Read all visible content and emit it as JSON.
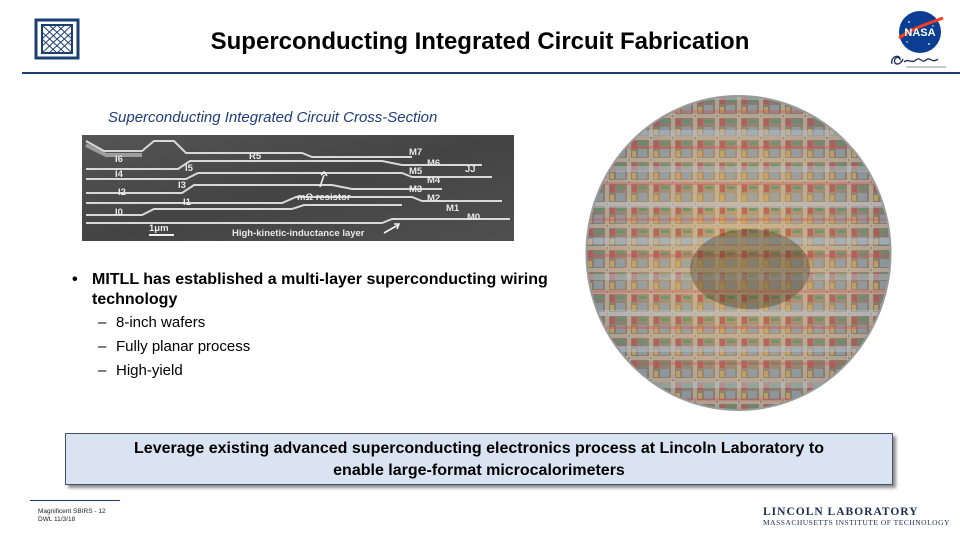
{
  "header": {
    "title": "Superconducting Integrated Circuit Fabrication",
    "left_logo": "lincoln-lab-logo-icon",
    "right_logo": "nasa-meatball-logo-icon",
    "right_logo_text": "NASA",
    "right_sublogo": "goddard-logo-icon"
  },
  "cross_section": {
    "caption": "Superconducting Integrated Circuit Cross-Section",
    "labels": {
      "i6": "I6",
      "i5": "I5",
      "i4": "I4",
      "i3": "I3",
      "i2": "I2",
      "i1": "I1",
      "i0": "I0",
      "r5": "R5",
      "m7": "M7",
      "m6": "M6",
      "m5": "M5",
      "m4": "M4",
      "m3": "M3",
      "m2": "M2",
      "m1": "M1",
      "m0": "M0",
      "jj": "JJ",
      "resistor": "mΩ resistor",
      "scale": "1μm",
      "hki": "High-kinetic-inductance layer"
    }
  },
  "bullets": {
    "main": "MITLL has established a multi-layer superconducting wiring technology",
    "subs": [
      "8-inch wafers",
      "Fully planar process",
      "High-yield"
    ]
  },
  "callout": {
    "line1": "Leverage existing advanced superconducting electronics process at Lincoln Laboratory to",
    "line2": "enable large-format microcalorimeters"
  },
  "footer": {
    "left_line1": "Magnificent SBIRS - 12",
    "left_line2": "DWL 11/3/18",
    "right_line1": "LINCOLN LABORATORY",
    "right_line2": "MASSACHUSETTS INSTITUTE OF TECHNOLOGY"
  },
  "colors": {
    "rule": "#1c3f73",
    "caption": "#1f3d7a",
    "callout_bg": "#d9e3f2"
  }
}
